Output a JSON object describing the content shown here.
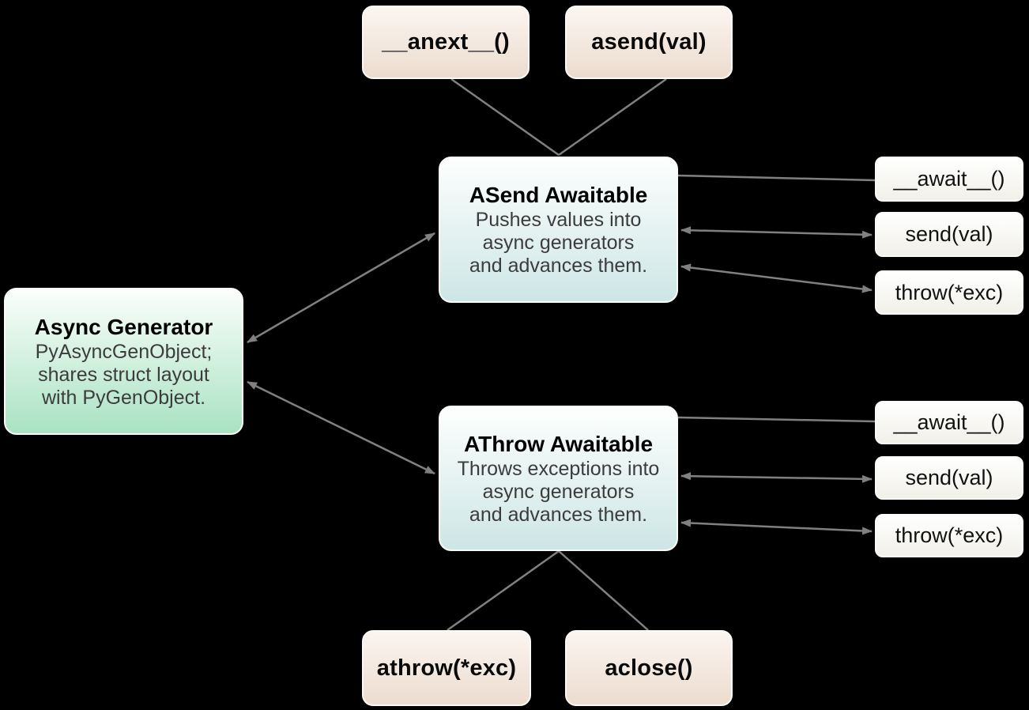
{
  "colors": {
    "background": "#000000",
    "connector": "#808080",
    "beige_top": "#fbf5f0",
    "beige_bottom": "#ecdccf",
    "teal_top": "#fdfffe",
    "teal_bottom": "#cde6e5",
    "green_top": "#fbfefc",
    "green_bottom": "#a9e2c2",
    "white_top": "#ffffff",
    "white_bottom": "#f1f0e9",
    "title_text": "#000000",
    "body_text": "#3c3c3c"
  },
  "nodes": {
    "anext": {
      "label": "__anext__()"
    },
    "asend": {
      "label": "asend(val)"
    },
    "asend_awaitable": {
      "title": "ASend Awaitable",
      "desc": "Pushes values into\nasync generators\nand advances them."
    },
    "async_generator": {
      "title": "Async Generator",
      "desc": "PyAsyncGenObject;\nshares struct layout\nwith PyGenObject."
    },
    "athrow_awaitable": {
      "title": "AThrow Awaitable",
      "desc": "Throws exceptions into\nasync generators\nand advances them."
    },
    "asend_methods": {
      "await_label": "__await__()",
      "send_label": "send(val)",
      "throw_label": "throw(*exc)"
    },
    "athrow_methods": {
      "await_label": "__await__()",
      "send_label": "send(val)",
      "throw_label": "throw(*exc)"
    },
    "athrow_call": {
      "label": "athrow(*exc)"
    },
    "aclose": {
      "label": "aclose()"
    }
  },
  "edges": [
    {
      "from": "anext",
      "to": "asend_awaitable",
      "style": "plain"
    },
    {
      "from": "asend",
      "to": "asend_awaitable",
      "style": "plain"
    },
    {
      "from": "async_generator",
      "to": "asend_awaitable",
      "style": "double-arrow"
    },
    {
      "from": "async_generator",
      "to": "athrow_awaitable",
      "style": "double-arrow"
    },
    {
      "from": "asend_awaitable",
      "to": "asend_methods.await",
      "style": "plain"
    },
    {
      "from": "asend_awaitable",
      "to": "asend_methods.send",
      "style": "double-arrow"
    },
    {
      "from": "asend_awaitable",
      "to": "asend_methods.throw",
      "style": "double-arrow"
    },
    {
      "from": "athrow_awaitable",
      "to": "athrow_methods.await",
      "style": "plain"
    },
    {
      "from": "athrow_awaitable",
      "to": "athrow_methods.send",
      "style": "double-arrow"
    },
    {
      "from": "athrow_awaitable",
      "to": "athrow_methods.throw",
      "style": "double-arrow"
    },
    {
      "from": "athrow_awaitable",
      "to": "athrow_call",
      "style": "plain"
    },
    {
      "from": "athrow_awaitable",
      "to": "aclose",
      "style": "plain"
    }
  ]
}
